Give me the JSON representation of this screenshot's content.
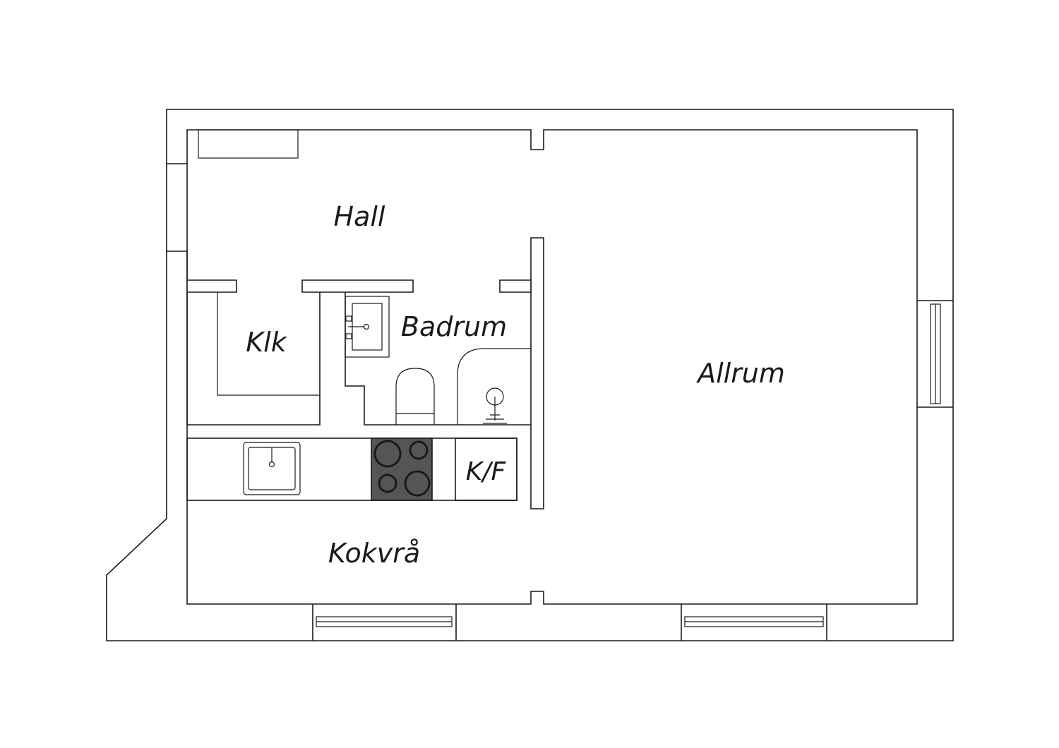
{
  "rooms": {
    "hall": "Hall",
    "closet": "Klk",
    "bathroom": "Badrum",
    "living_room": "Allrum",
    "kitchen_nook": "Kokvrå"
  },
  "fixtures": {
    "fridge_freezer": "K/F"
  },
  "colors": {
    "wall_line": "#1a1a1a",
    "background": "#ffffff",
    "stove": "#555555"
  }
}
